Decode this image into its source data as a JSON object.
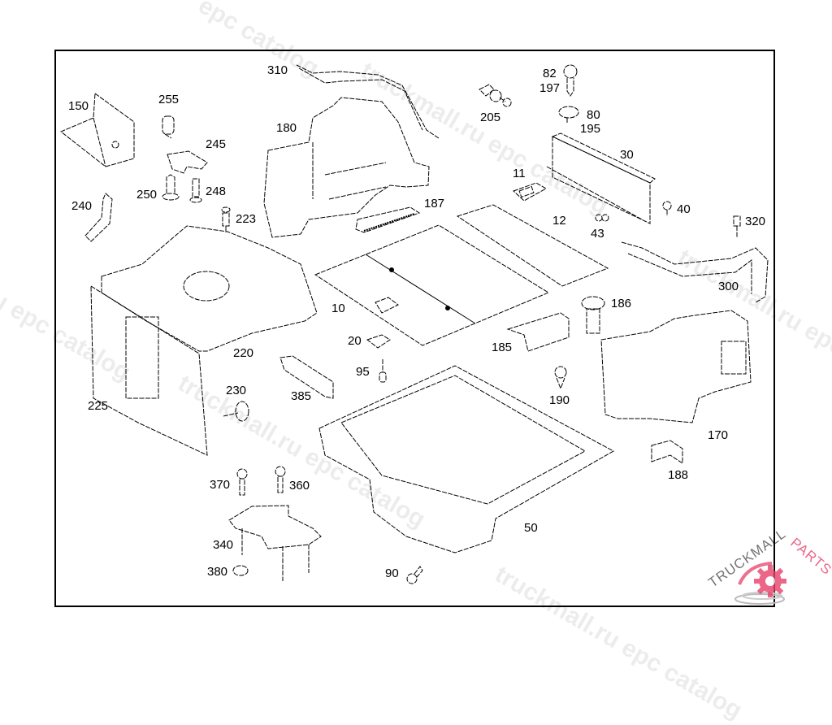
{
  "diagram": {
    "title": "Trunk / luggage compartment parts diagram",
    "line_color": "#000000",
    "background": "#ffffff"
  },
  "labels": {
    "p10": "10",
    "p11": "11",
    "p12": "12",
    "p20": "20",
    "p30": "30",
    "p40": "40",
    "p43": "43",
    "p50": "50",
    "p80": "80",
    "p82": "82",
    "p90": "90",
    "p95": "95",
    "p150": "150",
    "p170": "170",
    "p180": "180",
    "p185": "185",
    "p186": "186",
    "p187": "187",
    "p188": "188",
    "p190": "190",
    "p195": "195",
    "p197": "197",
    "p205": "205",
    "p220": "220",
    "p223": "223",
    "p225": "225",
    "p230": "230",
    "p240": "240",
    "p245": "245",
    "p248": "248",
    "p250": "250",
    "p255": "255",
    "p300": "300",
    "p310": "310",
    "p320": "320",
    "p340": "340",
    "p360": "360",
    "p370": "370",
    "p380": "380",
    "p385": "385"
  },
  "watermarks": {
    "top": "epc catalog",
    "left": "ru epc catalog",
    "center1": "truckmall.ru epc catalog",
    "center2": "truckmall.ru epc catalog",
    "right": "truckmall.ru epc catalog",
    "bottom": "truckmall.ru epc catalog"
  },
  "logo": {
    "text_main": "TRUCKMALL",
    "text_accent": "PARTS",
    "accent_color": "#e8406a",
    "gray_color": "#9a9a9a"
  }
}
